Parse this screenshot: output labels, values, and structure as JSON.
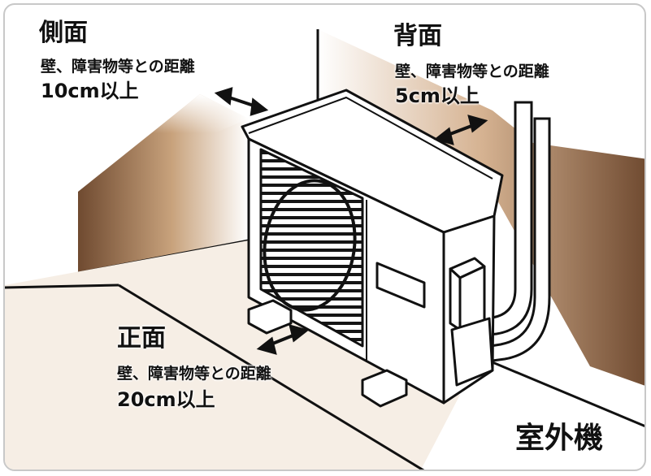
{
  "side": {
    "heading": "側面",
    "desc": "壁、障害物等との距離",
    "value": "10cm以上"
  },
  "back": {
    "heading": "背面",
    "desc": "壁、障害物等との距離",
    "value": "5cm以上"
  },
  "front": {
    "heading": "正面",
    "desc": "壁、障害物等との距離",
    "value": "20cm以上"
  },
  "caption": "室外機",
  "colors": {
    "wall_dark": "#6f4a30",
    "wall_light": "#ffffff",
    "floor": "#f6eee5",
    "outline": "#111111",
    "frame_border": "#c8c8c8"
  }
}
